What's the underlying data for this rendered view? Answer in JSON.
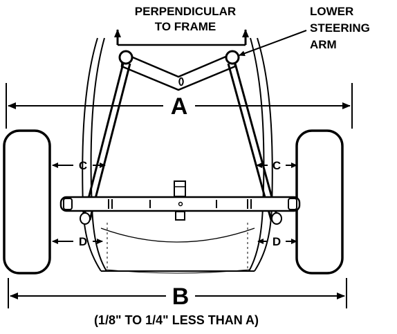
{
  "labels": {
    "perpendicular_line1": "PERPENDICULAR",
    "perpendicular_line2": "TO FRAME",
    "steering_line1": "LOWER",
    "steering_line2": "STEERING",
    "steering_line3": "ARM",
    "dim_a": "A",
    "dim_b": "B",
    "dim_c_left": "C",
    "dim_c_right": "C",
    "dim_d_left": "D",
    "dim_d_right": "D",
    "b_note": "(1/8\" TO 1/4\" LESS THAN A)"
  },
  "icons": {
    "vertical_arrows": "arrow-up-icon",
    "pointer_arrow": "leader-arrow-icon"
  },
  "colors": {
    "ink": "#000000",
    "paper": "#ffffff"
  }
}
